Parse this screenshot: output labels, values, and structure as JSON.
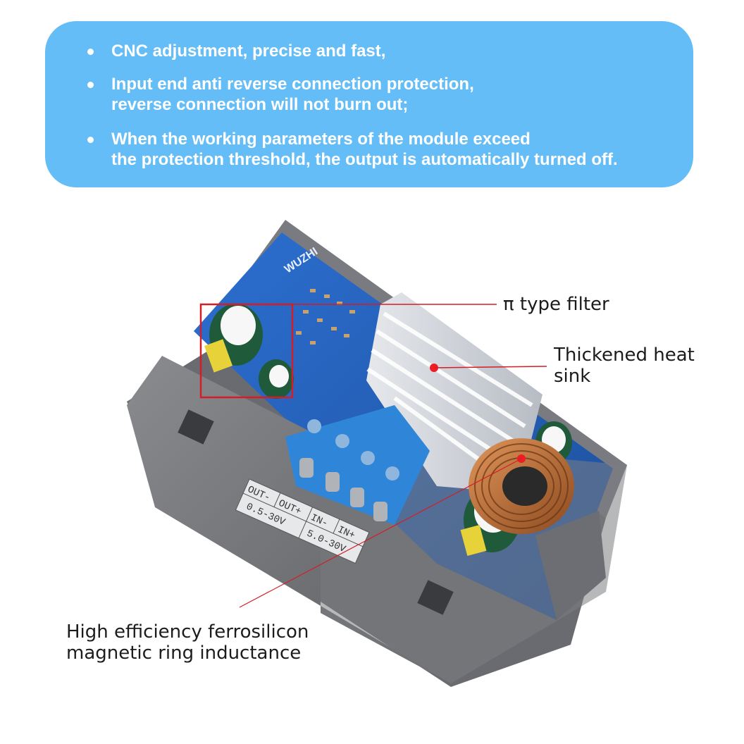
{
  "banner": {
    "background_color": "#64bdf7",
    "text_color": "#ffffff",
    "bullets": [
      {
        "line1": "CNC adjustment, precise and fast,"
      },
      {
        "line1": "Input end anti reverse connection protection,",
        "line2": "reverse connection will not burn out;"
      },
      {
        "line1": "When the working parameters of the module exceed",
        "line2": "the protection threshold, the output is automatically turned off."
      }
    ]
  },
  "product": {
    "brand_silk": "WUZHI",
    "terminal_label": {
      "out_minus": "OUT-",
      "out_plus": "OUT+",
      "out_range": "0.5-30V",
      "in_minus": "IN-",
      "in_plus": "IN+",
      "in_range": "5.0-30V"
    },
    "annotation_color": "#e0141e"
  },
  "callouts": {
    "pi_filter": "π type filter",
    "heat_sink_line1": "Thickened heat",
    "heat_sink_line2": "sink",
    "inductor_line1": "High efficiency ferrosilicon",
    "inductor_line2": "magnetic ring inductance"
  }
}
